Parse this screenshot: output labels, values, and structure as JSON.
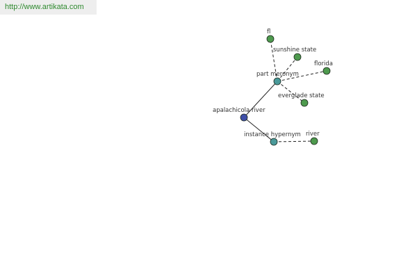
{
  "site": {
    "url": "http://www.artikata.com"
  },
  "colors": {
    "banner_text": "#2f8a2f",
    "root_node": "#3f4fa8",
    "relation_node": "#4a9a9a",
    "leaf_node": "#4e9a4e",
    "edge": "#222222"
  },
  "graph": {
    "root": {
      "id": "apalachicola-river",
      "label": "apalachicola river",
      "kind": "root"
    },
    "relations": [
      {
        "id": "part-meronym",
        "label": "part meronym",
        "kind": "relation"
      },
      {
        "id": "instance-hypernym",
        "label": "instance hypernym",
        "kind": "relation"
      }
    ],
    "leaves": [
      {
        "id": "fl",
        "label": "fl",
        "relation": "part-meronym",
        "kind": "leaf"
      },
      {
        "id": "sunshine-state",
        "label": "sunshine state",
        "relation": "part-meronym",
        "kind": "leaf"
      },
      {
        "id": "florida",
        "label": "florida",
        "relation": "part-meronym",
        "kind": "leaf"
      },
      {
        "id": "everglade-state",
        "label": "everglade state",
        "relation": "part-meronym",
        "kind": "leaf"
      },
      {
        "id": "river",
        "label": "river",
        "relation": "instance-hypernym",
        "kind": "leaf"
      }
    ]
  }
}
